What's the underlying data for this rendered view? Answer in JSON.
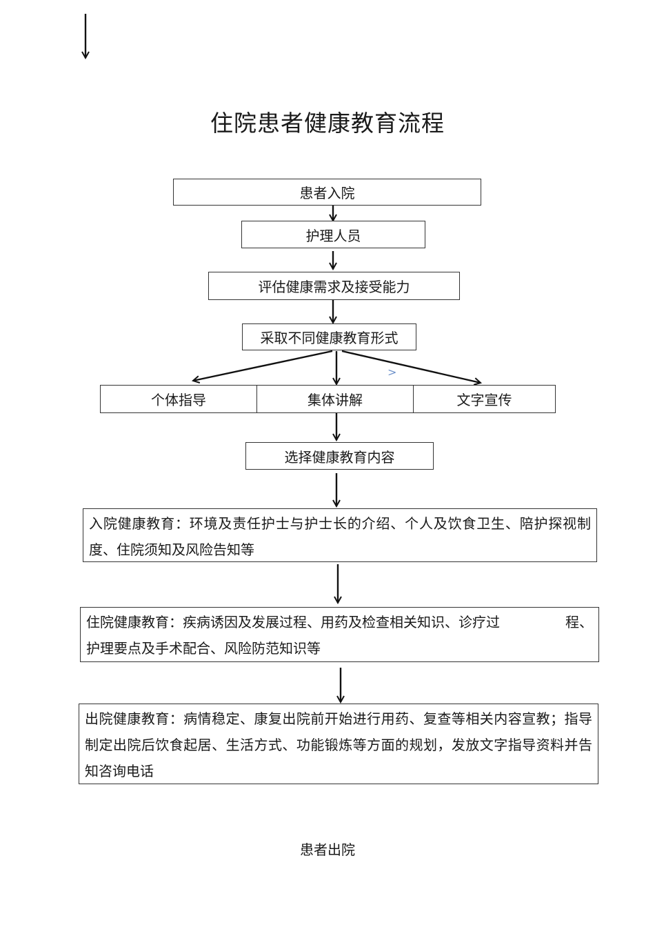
{
  "title": "住院患者健康教育流程",
  "steps": {
    "admission": "患者入院",
    "nurse": "护理人员",
    "assess": "评估健康需求及接受能力",
    "forms": "采取不同健康教育形式",
    "methods": [
      "个体指导",
      "集体讲解",
      "文字宣传"
    ],
    "content": "选择健康教育内容"
  },
  "education": {
    "admission_edu": "入院健康教育：环境及责任护士与护士长的介绍、个人及饮食卫生、陪护探视制度、住院须知及风险告知等",
    "inpatient_edu_part1": "住院健康教育：疾病诱因及发展过程、用药及检查相关知识、诊疗过",
    "inpatient_edu_part2": "程、",
    "inpatient_edu_part3": "护理要点及手术配合、风险防范知识等",
    "discharge_edu": "出院健康教育：病情稳定、康复出院前开始进行用药、复查等相关内容宣教；指导制定出院后饮食起居、生活方式、功能锻炼等方面的规划，发放文字指导资料并告知咨询电话"
  },
  "footer": "患者出院",
  "stray_mark": ">"
}
